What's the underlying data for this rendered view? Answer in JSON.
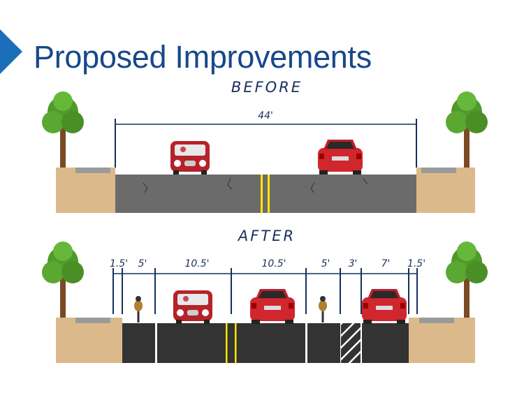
{
  "title": "Proposed Improvements",
  "before": {
    "label": "BEFORE",
    "width_label": "44'"
  },
  "after": {
    "label": "AFTER",
    "dimensions": [
      "1.5'",
      "5'",
      "10.5'",
      "10.5'",
      "5'",
      "3'",
      "7'",
      "1.5'"
    ]
  },
  "colors": {
    "title": "#17488a",
    "accent": "#1a6fb8",
    "old_asphalt": "#6b6b6b",
    "new_asphalt": "#333333",
    "dirt": "#dcb98a",
    "car": "#c8202a"
  }
}
